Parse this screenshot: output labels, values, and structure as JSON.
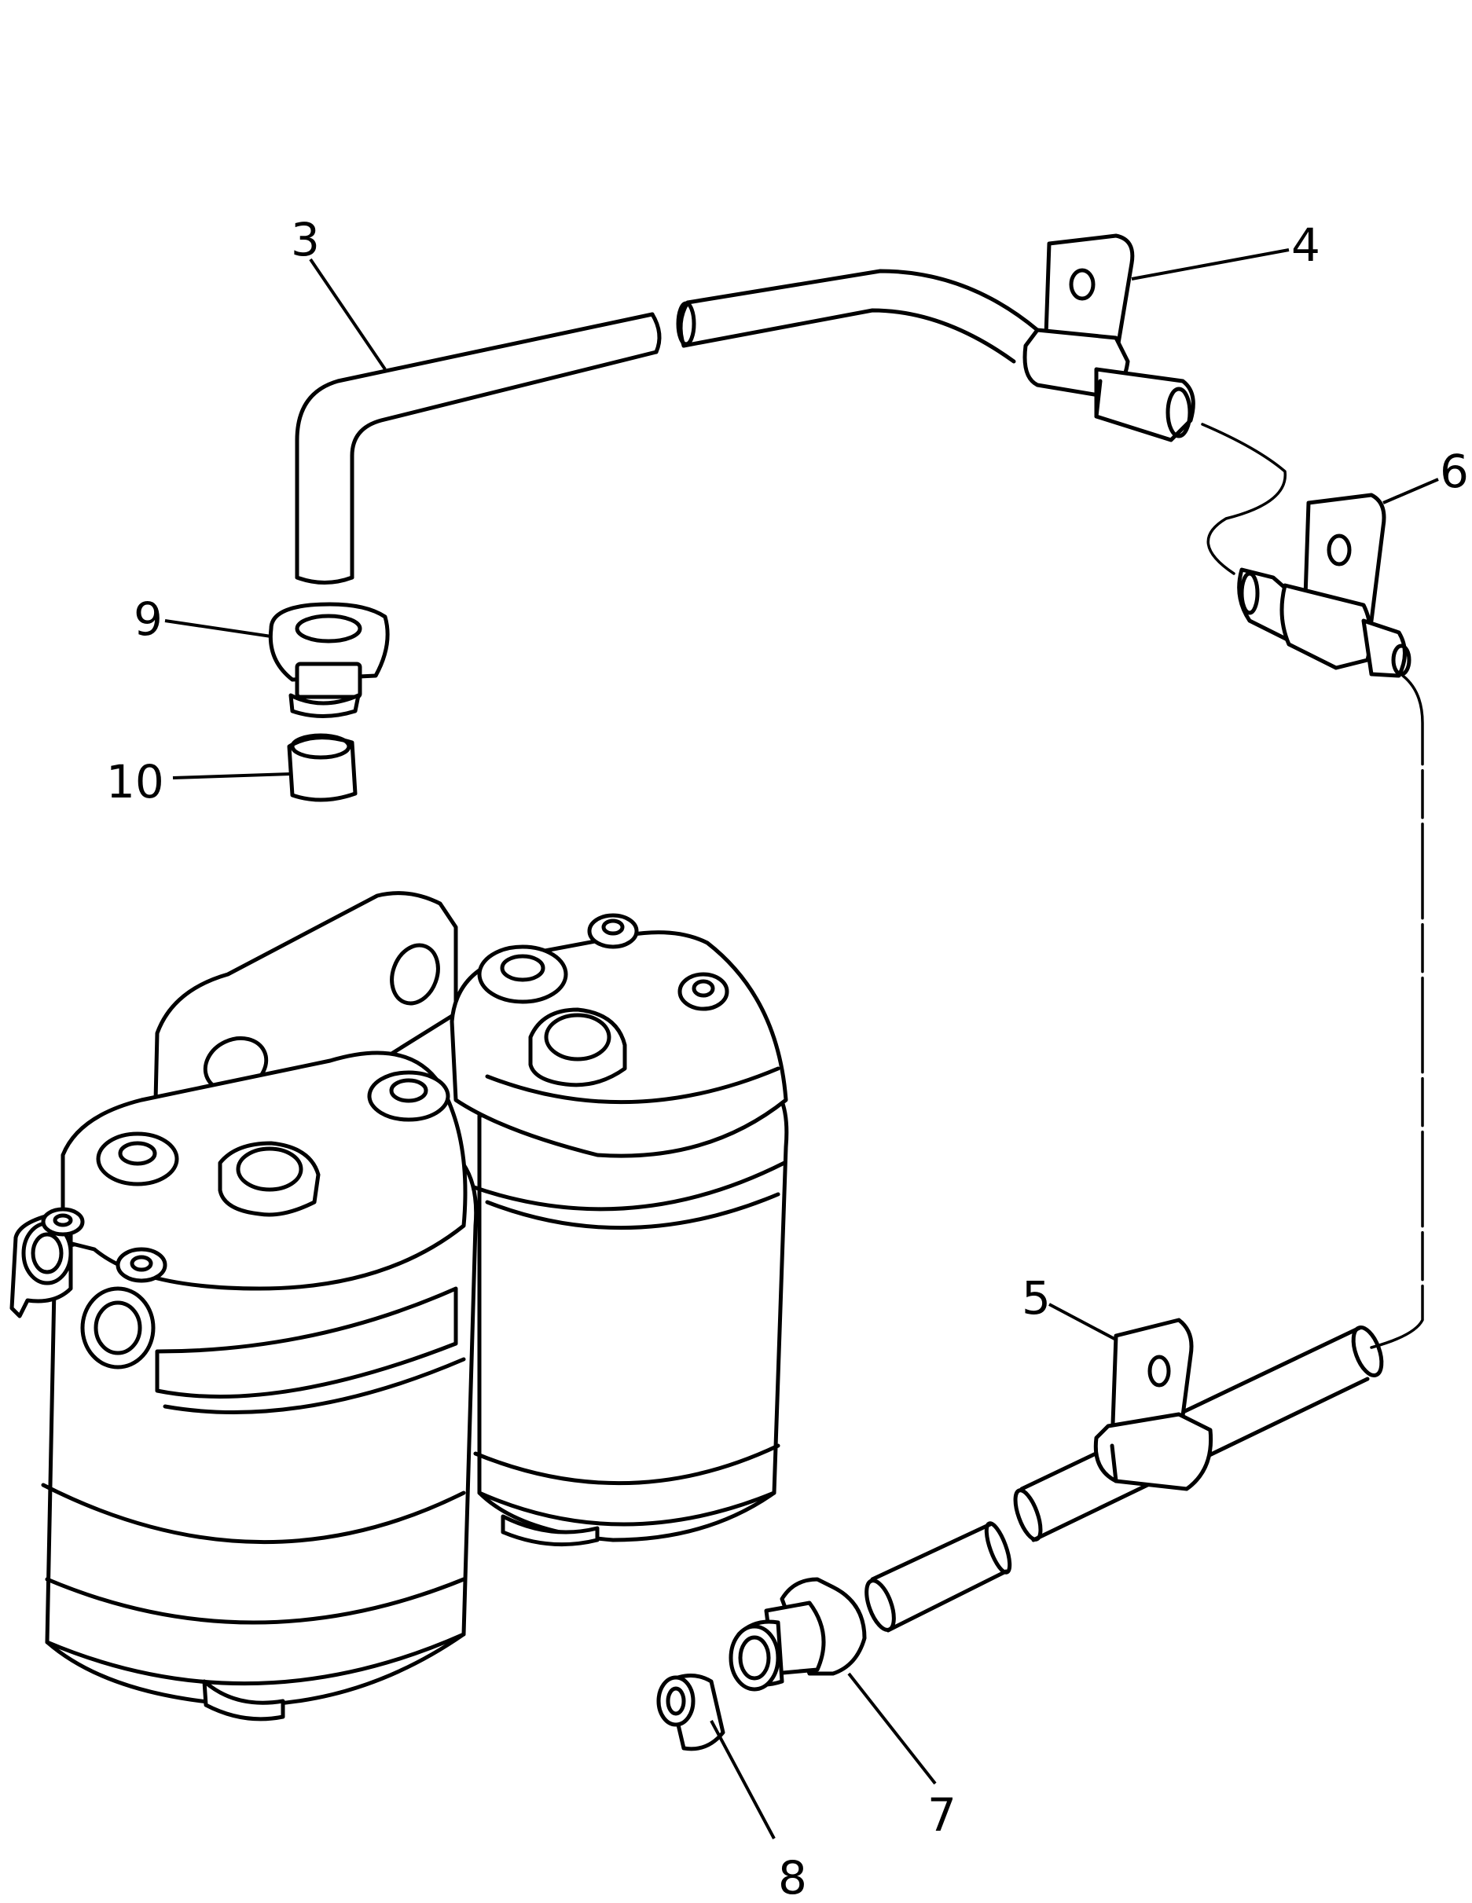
{
  "diagram": {
    "callouts": [
      {
        "id": "3",
        "label": "3"
      },
      {
        "id": "4",
        "label": "4"
      },
      {
        "id": "5",
        "label": "5"
      },
      {
        "id": "6",
        "label": "6"
      },
      {
        "id": "7",
        "label": "7"
      },
      {
        "id": "8",
        "label": "8"
      },
      {
        "id": "9",
        "label": "9"
      },
      {
        "id": "10",
        "label": "10"
      }
    ],
    "parts": [
      {
        "callout": "3",
        "name": "pipe-upper"
      },
      {
        "callout": "4",
        "name": "clip-upper"
      },
      {
        "callout": "5",
        "name": "clip-lower"
      },
      {
        "callout": "6",
        "name": "clip-middle"
      },
      {
        "callout": "7",
        "name": "connector-lower"
      },
      {
        "callout": "8",
        "name": "sleeve-lower"
      },
      {
        "callout": "9",
        "name": "connector-upper"
      },
      {
        "callout": "10",
        "name": "sleeve-upper"
      },
      {
        "callout": "",
        "name": "fuel-filter-assembly"
      }
    ],
    "line_color": "#000000",
    "background": "#ffffff"
  }
}
